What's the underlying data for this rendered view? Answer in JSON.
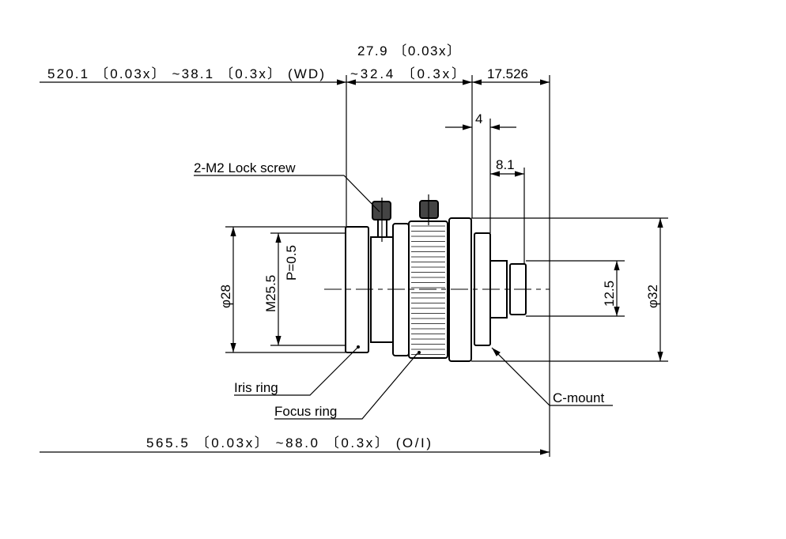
{
  "dimensions": {
    "wd_label": "520.1 〔0.03x〕 ~38.1 〔0.3x〕 (WD)",
    "length_top": "27.9 〔0.03x〕",
    "length_bottom": "~32.4 〔0.3x〕",
    "flange": "17.526",
    "flange_width": "4",
    "mount_length": "8.1",
    "mount_thread": "12.5",
    "body_diameter": "φ32",
    "front_diameter": "φ28",
    "filter_thread": "M25.5",
    "filter_pitch": "P=0.5",
    "oi_label": "565.5 〔0.03x〕 ~88.0 〔0.3x〕 (O/I)"
  },
  "callouts": {
    "lock_screw": "2-M2 Lock screw",
    "iris_ring": "Iris ring",
    "focus_ring": "Focus ring",
    "c_mount": "C-mount"
  }
}
